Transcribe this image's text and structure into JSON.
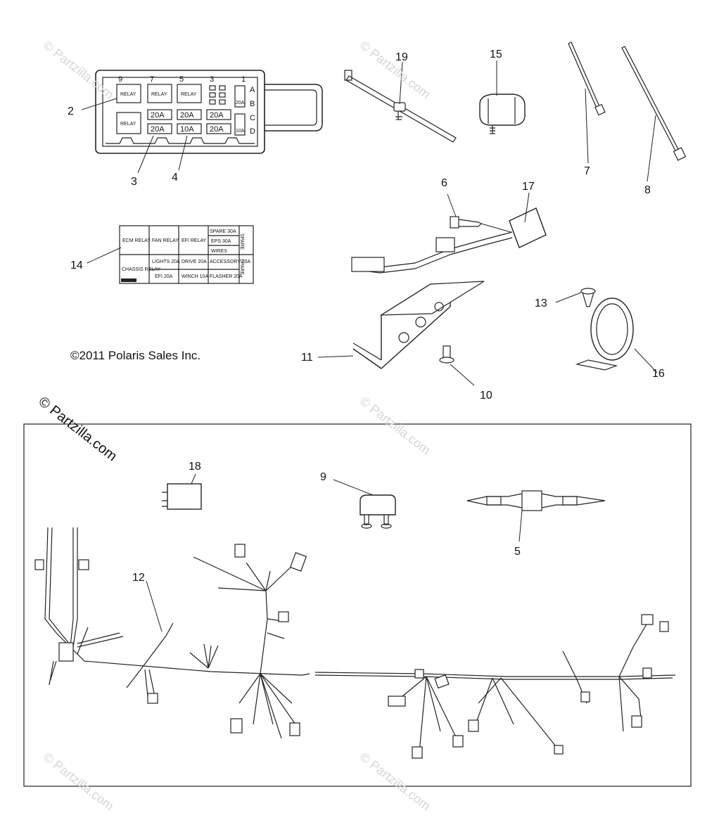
{
  "callouts": {
    "c2": "2",
    "c3": "3",
    "c4": "4",
    "c5": "5",
    "c6": "6",
    "c7": "7",
    "c8": "8",
    "c9": "9",
    "c10": "10",
    "c11": "11",
    "c12": "12",
    "c13": "13",
    "c14": "14",
    "c15": "15",
    "c16": "16",
    "c17": "17",
    "c18": "18",
    "c19": "19"
  },
  "copyright": "©2011 Polaris Sales Inc.",
  "brand_mark": "© Partzilla.com",
  "watermark": "© Partzilla.com",
  "fuse_box": {
    "slot_numbers": [
      "9",
      "7",
      "5",
      "3",
      "1"
    ],
    "row_letters": [
      "A",
      "B",
      "C",
      "D"
    ],
    "relays": [
      "RELAY",
      "RELAY",
      "RELAY",
      "RELAY"
    ],
    "fuses": [
      "20A",
      "20A",
      "20A",
      "20A",
      "10A",
      "20A"
    ],
    "side_fuses": [
      "20A",
      "10A"
    ]
  },
  "label_14": {
    "cells": [
      "ECM RELAY",
      "FAN RELAY",
      "EFI RELAY",
      "SPARE 30A",
      "EPS 30A",
      "WIRES",
      "CHASSIS RELAY",
      "LIGHTS 20A",
      "DRIVE 20A",
      "ACCESSORY 20A",
      "EFI 20A",
      "WINCH 10A",
      "FLASHER 20A",
      "SPARE",
      "SPARE"
    ]
  }
}
